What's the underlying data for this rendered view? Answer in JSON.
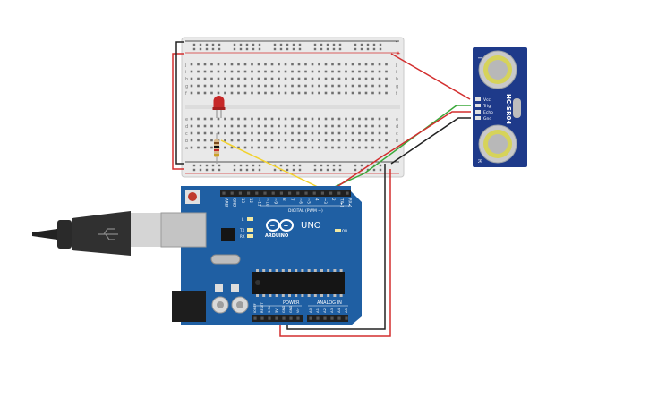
{
  "breadboard": {
    "row_letters_top": [
      "j",
      "i",
      "h",
      "g",
      "f"
    ],
    "row_letters_bottom": [
      "e",
      "d",
      "c",
      "b",
      "a"
    ],
    "column_count": 30,
    "rail_plus": "+",
    "rail_minus": "-"
  },
  "arduino": {
    "brand": "ARDUINO",
    "model": "UNO",
    "digital_label": "DIGITAL (PWM ~)",
    "power_label": "POWER",
    "analog_label": "ANALOG IN",
    "on_label": "ON",
    "l_label": "L",
    "tx_label": "TX",
    "rx_label": "RX",
    "digital_pins": [
      "AREF",
      "GND",
      "13",
      "12",
      "~11",
      "~10",
      "~9",
      "8",
      "7",
      "~6",
      "~5",
      "4",
      "~3",
      "2",
      "TX▸1",
      "RX◂0"
    ],
    "power_pins": [
      "IOREF",
      "RESET",
      "3.3V",
      "5V",
      "GND",
      "GND",
      "Vin"
    ],
    "analog_pins": [
      "A0",
      "A1",
      "A2",
      "A3",
      "A4",
      "A5"
    ]
  },
  "sensor": {
    "model": "HC-SR04",
    "pins": [
      "Vcc",
      "Trig",
      "Echo",
      "Gnd"
    ],
    "side_t": "T",
    "side_r": "R"
  },
  "colors": {
    "board_blue": "#1f5fa3",
    "wire_red": "#d32f2f",
    "wire_black": "#222222",
    "wire_yellow": "#f2d22e",
    "wire_green": "#3aa83a",
    "led_red": "#c62828",
    "sensor_blue": "#1e3a8a"
  }
}
